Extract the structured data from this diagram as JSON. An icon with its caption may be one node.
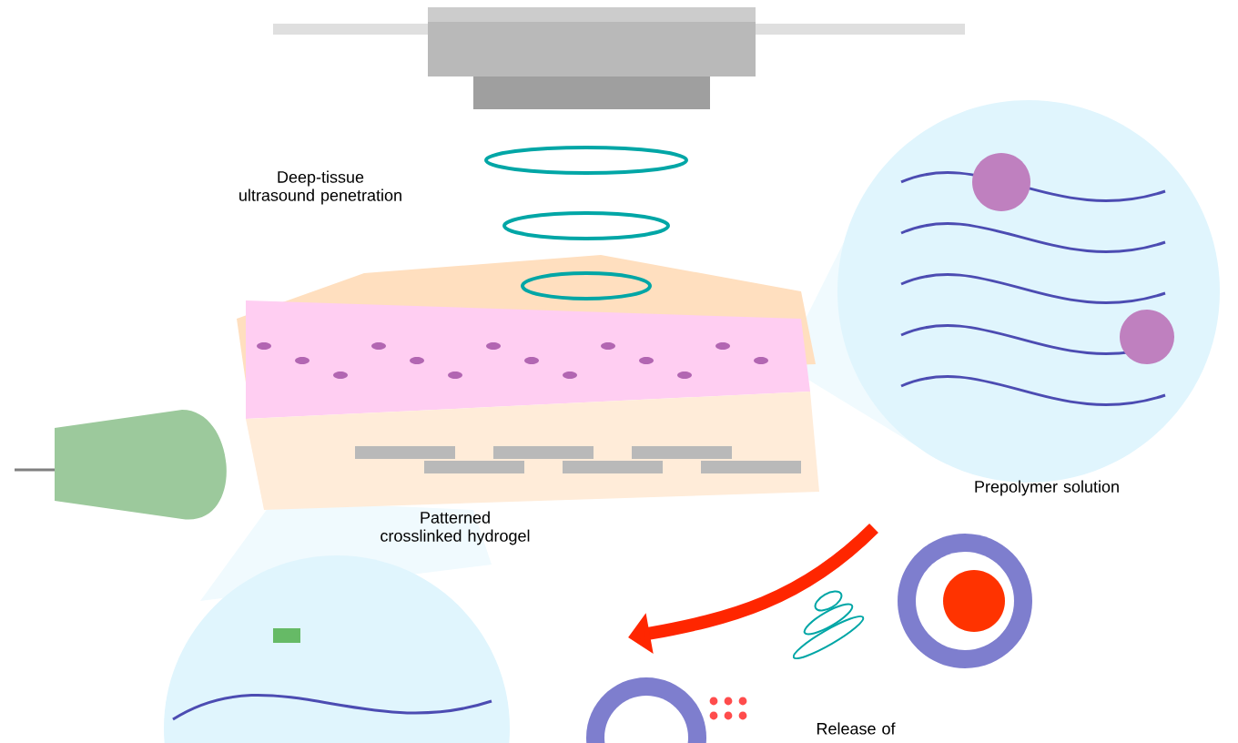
{
  "diagram": {
    "labels": [
      "Deep-tissue ultrasound penetration",
      "Patterned crosslinked hydrogel",
      "Prepolymer solution",
      "Release of"
    ]
  }
}
